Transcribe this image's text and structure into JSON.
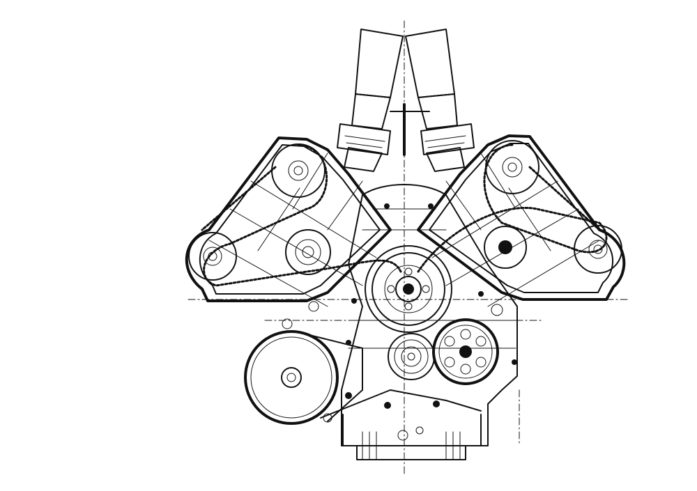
{
  "drawing": {
    "ink_color": "#111111",
    "paper_color": "#ffffff",
    "components": [
      {
        "id": "intake-trumpet-left",
        "icon": "intake-trumpet-icon"
      },
      {
        "id": "intake-trumpet-right",
        "icon": "intake-trumpet-icon"
      },
      {
        "id": "cylinder-head-left",
        "icon": "cylinder-head-icon"
      },
      {
        "id": "cylinder-head-right",
        "icon": "cylinder-head-icon"
      },
      {
        "id": "camshaft-sprocket",
        "icon": "sprocket-icon"
      },
      {
        "id": "timing-chain",
        "icon": "chain-icon"
      },
      {
        "id": "crank-pulley",
        "icon": "pulley-icon"
      },
      {
        "id": "alternator",
        "icon": "alternator-icon"
      },
      {
        "id": "oil-sump",
        "icon": "sump-icon"
      }
    ]
  }
}
